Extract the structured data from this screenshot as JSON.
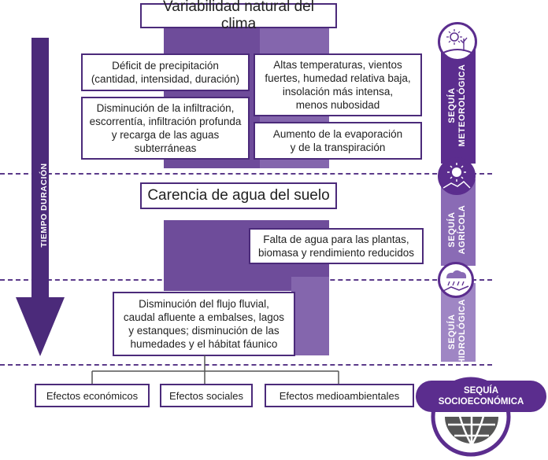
{
  "titles": {
    "climate": "Variabilidad natural del clima",
    "soil": "Carencia de agua del suelo"
  },
  "boxes": {
    "precip_deficit": "Déficit de precipitación\n(cantidad, intensidad, duración)",
    "infiltration": "Disminución de la infiltración,\nescorrentía, infiltración profunda\ny recarga de las aguas\nsubterráneas",
    "high_temp": "Altas temperaturas, vientos\nfuertes, humedad relativa baja,\ninsolación más intensa,\nmenos nubosidad",
    "evaporation": "Aumento de la evaporación\ny de la transpiración",
    "plant_water": "Falta de agua para las plantas,\nbiomasa y rendimiento reducidos",
    "flow_decrease": "Disminución del flujo fluvial,\ncaudal afluente a embalses, lagos\ny estanques; disminución de las\nhumedades y el hábitat fáunico"
  },
  "effects": [
    "Efectos económicos",
    "Efectos sociales",
    "Efectos medioambientales"
  ],
  "arrow_label": "TIEMPO DURACIÓN",
  "drought_types": {
    "meteorological": "SEQUÍA\nMETEOROLÓGICA",
    "agricultural": "SEQUÍA\nAGRÍCOLA",
    "hydrological": "SEQUÍA\nHIDROLÓGICA",
    "socioeconomic": "SEQUÍA\nSOCIOECONÓMICA"
  },
  "icons": [
    "sun-plant-icon",
    "sun-drought-icon",
    "rain-cloud-icon",
    "globe-icon"
  ],
  "colors": {
    "purple_dark": "#4b2a7a",
    "purple_mid": "#6e4c9a",
    "purple_light": "#8466ad"
  }
}
